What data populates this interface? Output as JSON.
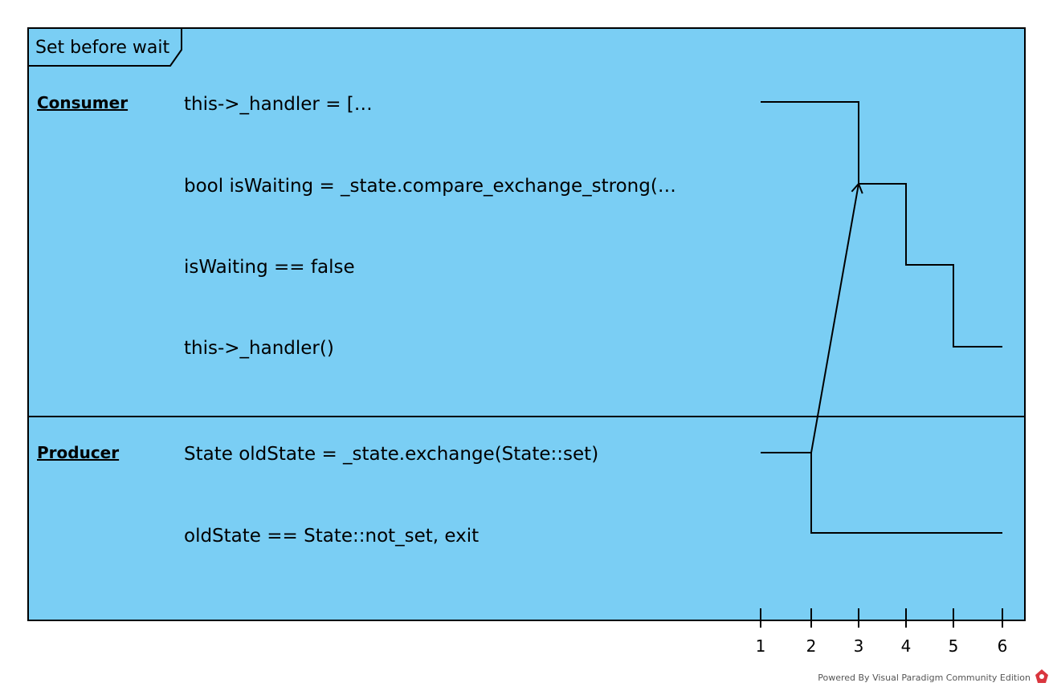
{
  "frame": {
    "title": "Set before wait",
    "fill": "#7ACEF4",
    "stroke": "#000000"
  },
  "lifelines": [
    {
      "name": "Consumer",
      "states": [
        "this->_handler = […",
        "bool isWaiting = _state.compare_exchange_strong(…",
        "isWaiting == false",
        "this->_handler()"
      ]
    },
    {
      "name": "Producer",
      "states": [
        "State oldState = _state.exchange(State::set)",
        "oldState == State::not_set, exit"
      ]
    }
  ],
  "time_ticks": [
    "1",
    "2",
    "3",
    "4",
    "5",
    "6"
  ],
  "timeline": {
    "consumer_steps": [
      {
        "from": 1,
        "to": 3,
        "state": 0
      },
      {
        "from": 3,
        "to": 4,
        "state": 1
      },
      {
        "from": 4,
        "to": 5,
        "state": 2
      },
      {
        "from": 5,
        "to": 6,
        "state": 3
      }
    ],
    "producer_steps": [
      {
        "from": 1,
        "to": 2,
        "state": 0
      },
      {
        "from": 2,
        "to": 6,
        "state": 1
      }
    ],
    "message": {
      "from_lifeline": "Producer",
      "from_time": 2,
      "to_lifeline": "Consumer",
      "to_time": 3
    }
  },
  "footer": {
    "text": "Powered By Visual Paradigm Community Edition",
    "logo": "visual-paradigm-logo-icon"
  }
}
